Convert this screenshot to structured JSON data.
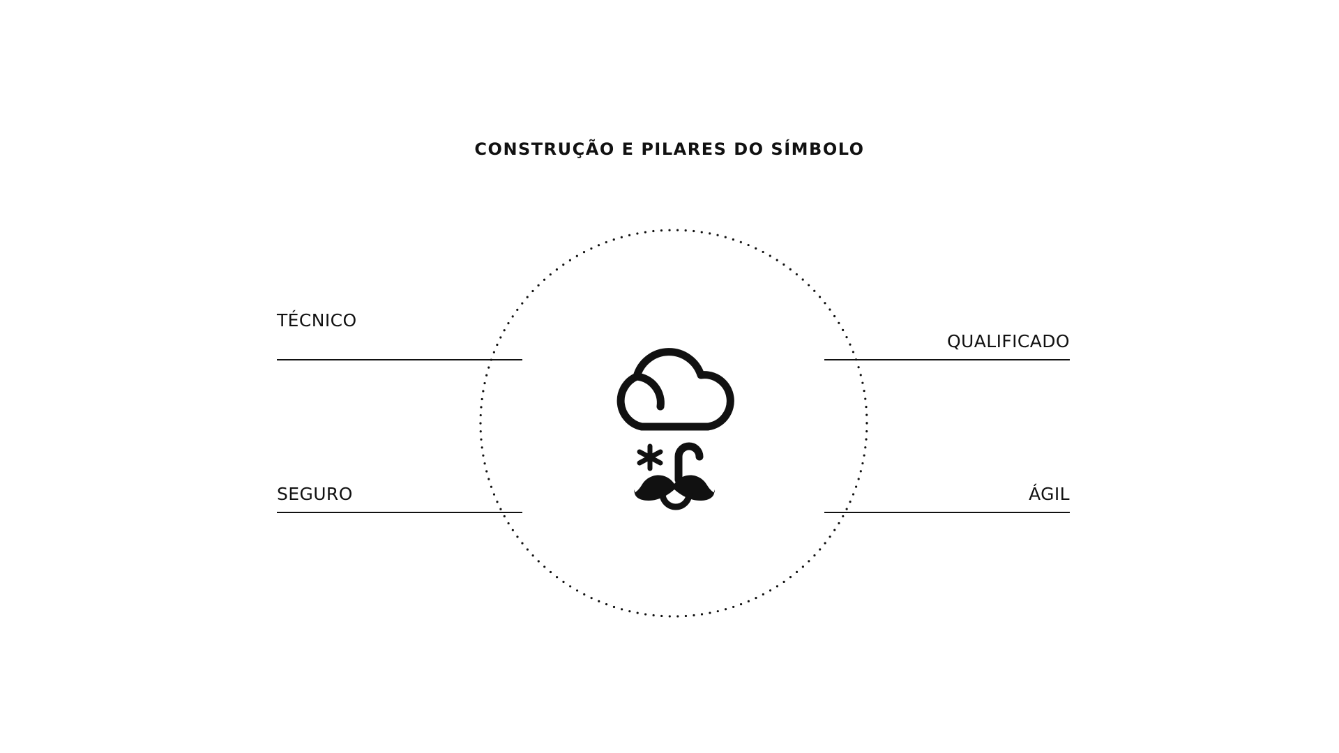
{
  "title": "CONSTRUÇÃO E PILARES DO SÍMBOLO",
  "pillars": {
    "top_left": "TÉCNICO",
    "bottom_left": "SEGURO",
    "top_right": "QUALIFICADO",
    "bottom_right": "ÁGIL"
  },
  "symbol": {
    "icons": [
      "cloud-icon",
      "asterisk-icon",
      "mustache-icon"
    ],
    "color": "#111111"
  },
  "colors": {
    "background": "#ffffff",
    "ink": "#111111"
  }
}
